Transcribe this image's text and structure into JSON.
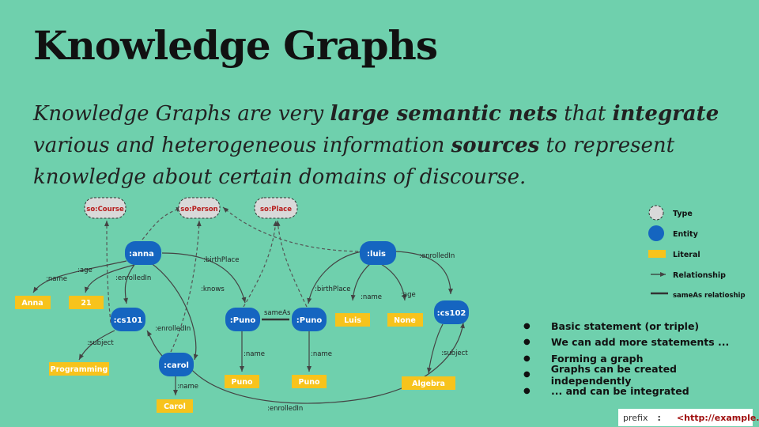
{
  "title": "Knowledge Graphs",
  "subtitle": {
    "t1": "Knowledge Graphs are very ",
    "b1": "large semantic nets",
    "t2": " that ",
    "b2": "integrate",
    "t3": " various and heterogeneous information ",
    "b3": "sources",
    "t4": " to represent knowledge about certain domains of discourse."
  },
  "nodes": {
    "course_type": "so:Course",
    "person_type": "so:Person",
    "place_type": "so:Place",
    "anna": ":anna",
    "luis": ":luis",
    "cs101": ":cs101",
    "cs102": ":cs102",
    "carol": ":carol",
    "puno1": ":Puno",
    "puno2": ":Puno",
    "lit_anna": "Anna",
    "lit_21": "21",
    "lit_luis": "Luis",
    "lit_none": "None",
    "lit_programming": "Programming",
    "lit_puno1": "Puno",
    "lit_puno2": "Puno",
    "lit_algebra": "Algebra",
    "lit_carol": "Carol"
  },
  "edges": {
    "anna_birthplace": ":birthPlace",
    "anna_age": ":age",
    "anna_name": ":name",
    "anna_enrolled": ":enrolledIn",
    "anna_knows": ":knows",
    "luis_enrolled": ":enrolledIn",
    "luis_birthplace": ":birthPlace",
    "luis_name": ":name",
    "luis_age": ":age",
    "sameas": "sameAs",
    "carol_enrolled1": ":enrolledIn",
    "cs101_subject": ":subject",
    "puno1_name": ":name",
    "puno2_name": ":name",
    "cs102_subject": ":subject",
    "carol_name": ":name",
    "carol_enrolled2": ":enrolledIn"
  },
  "legend": {
    "type": "Type",
    "entity": "Entity",
    "literal": "Literal",
    "relationship": "Relationship",
    "sameas": "sameAs relatioship"
  },
  "bullets": [
    "Basic statement (or triple)",
    "We can add more statements ...",
    "Forming a graph",
    "Graphs can be created independently",
    "... and can be integrated"
  ],
  "prefix": {
    "label": "prefix",
    "sep": ":",
    "uri": "<http://example.org/>"
  },
  "colors": {
    "background": "#6fd0ad",
    "entity": "#1565c0",
    "literal": "#f7c31c",
    "type_fill": "#d9d9d9",
    "type_text": "#b71c1c"
  }
}
